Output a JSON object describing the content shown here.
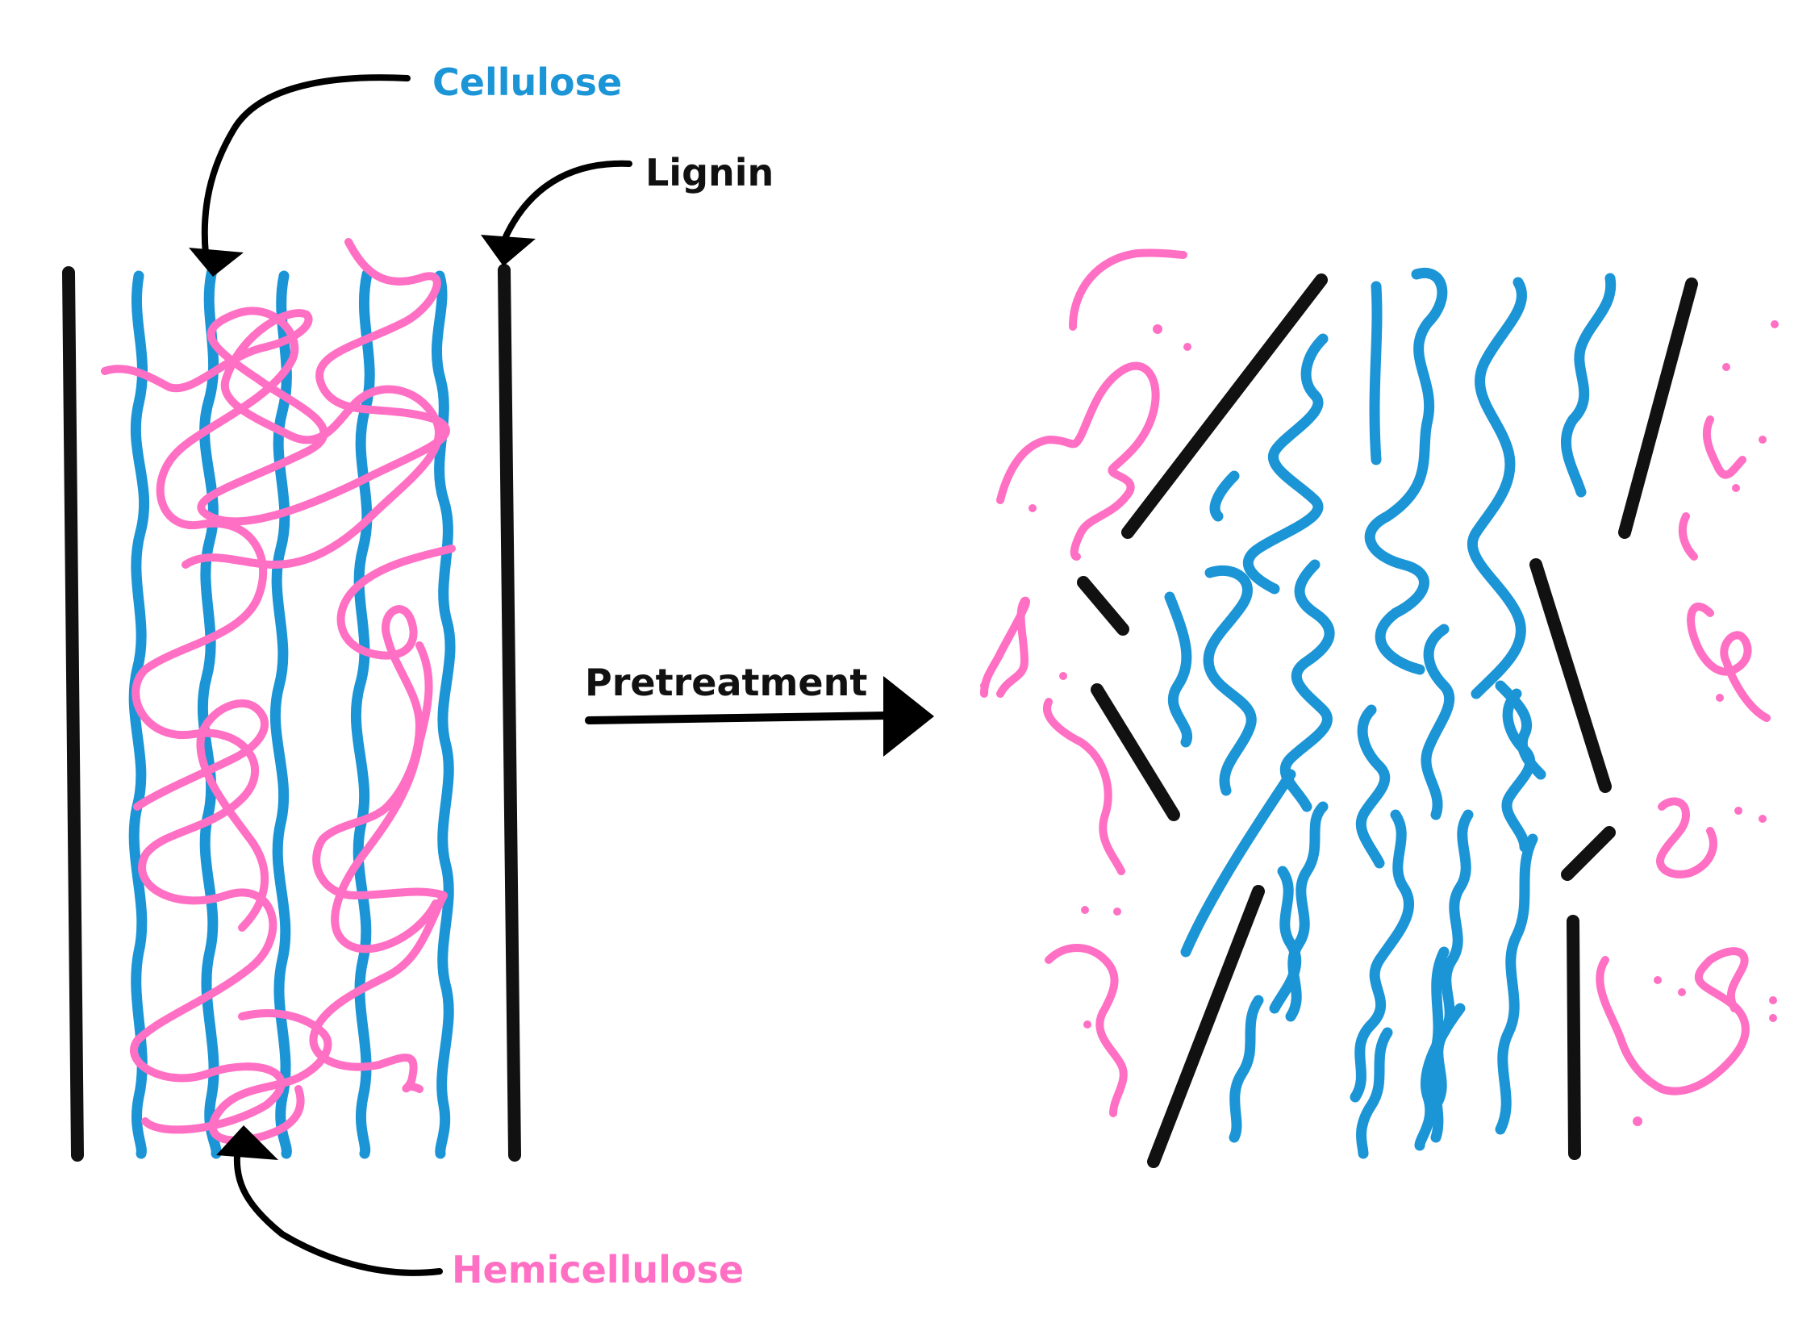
{
  "labels": {
    "cellulose": "Cellulose",
    "lignin": "Lignin",
    "hemicellulose": "Hemicellulose",
    "pretreatment": "Pretreatment"
  },
  "colors": {
    "cellulose": "#1b95d6",
    "hemicellulose": "#ff6fc4",
    "lignin": "#111111",
    "arrow": "#000000"
  }
}
